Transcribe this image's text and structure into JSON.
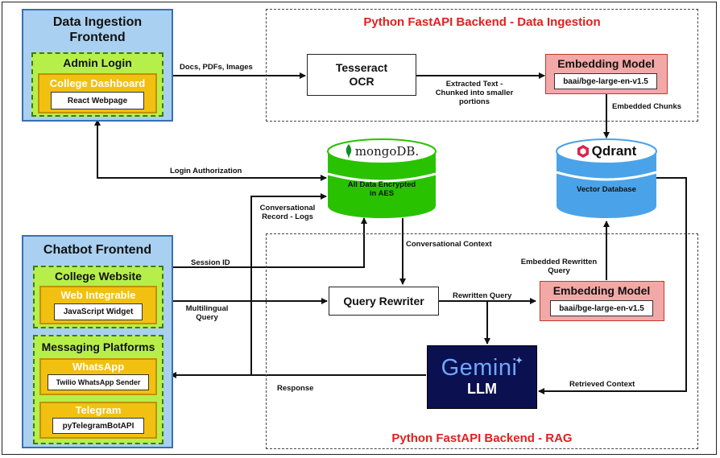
{
  "ingestion_frontend": {
    "title_line1": "Data Ingestion",
    "title_line2": "Frontend",
    "admin_login": "Admin Login",
    "college_dashboard": "College Dashboard",
    "react_webpage": "React Webpage"
  },
  "backend_ingestion": {
    "title": "Python FastAPI Backend - Data Ingestion",
    "ocr_line1": "Tesseract",
    "ocr_line2": "OCR",
    "embedding_title": "Embedding Model",
    "embedding_model": "baai/bge-large-en-v1.5"
  },
  "chatbot_frontend": {
    "title": "Chatbot Frontend",
    "college_website": "College Website",
    "web_integrable": "Web Integrable",
    "js_widget": "JavaScript Widget",
    "messaging_platforms": "Messaging Platforms",
    "whatsapp": "WhatsApp",
    "whatsapp_sender": "Twilio WhatsApp Sender",
    "telegram": "Telegram",
    "telegram_api": "pyTelegramBotAPI"
  },
  "mongodb": {
    "logo_text": "mongoDB.",
    "line1": "All Data Encrypted",
    "line2": "in AES"
  },
  "qdrant": {
    "logo_text": "Qdrant",
    "label": "Vector Database"
  },
  "backend_rag": {
    "title": "Python FastAPI Backend - RAG",
    "query_rewriter": "Query Rewriter",
    "embedding_title": "Embedding Model",
    "embedding_model": "baai/bge-large-en-v1.5",
    "gemini": "Gemini",
    "llm": "LLM"
  },
  "edge_labels": {
    "docs": "Docs, PDFs, Images",
    "extracted_1": "Extracted Text -",
    "extracted_2": "Chunked into smaller",
    "extracted_3": "portions",
    "embedded_chunks": "Embedded Chunks",
    "login_auth": "Login Authorization",
    "conv_record_1": "Conversational",
    "conv_record_2": "Record - Logs",
    "conv_context": "Conversational Context",
    "session_id": "Session ID",
    "multilingual_1": "Multilingual",
    "multilingual_2": "Query",
    "rewritten_query": "Rewritten Query",
    "embedded_rewritten_1": "Embedded Rewritten",
    "embedded_rewritten_2": "Query",
    "response": "Response",
    "retrieved_context": "Retrieved Context"
  },
  "colors": {
    "frontend_blue": "#a9d0f0",
    "lime": "#b7ef4a",
    "yellow": "#f2c010",
    "embedding_pink": "#f3a8a8",
    "title_red": "#e02020",
    "mongo_green": "#29c200",
    "qdrant_blue": "#4aa3e8",
    "gemini_navy": "#0a1050"
  }
}
